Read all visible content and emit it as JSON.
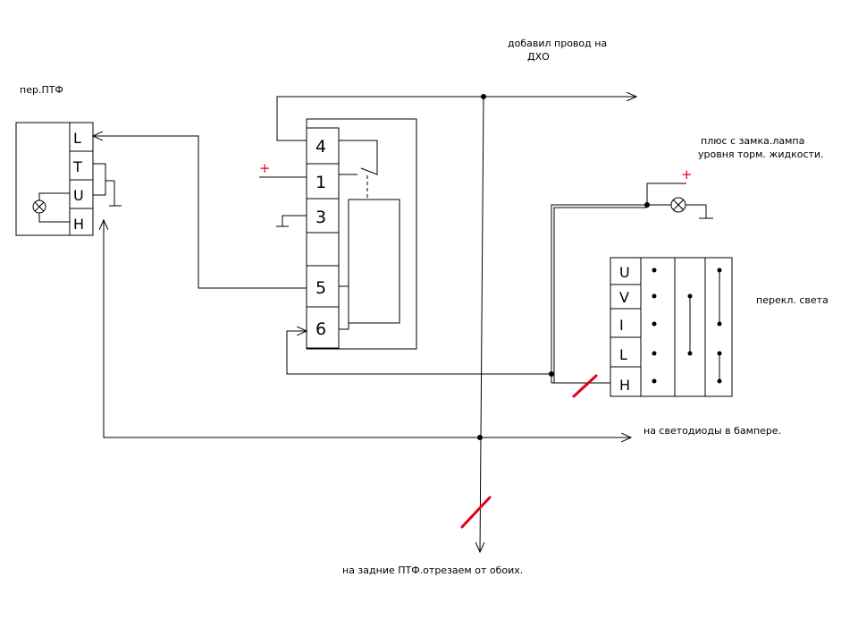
{
  "labels": {
    "left_switch": "пер.ПТФ",
    "dxo_line1": "добавил провод на",
    "dxo_line2": "ДХО",
    "lock_line1": "плюс с замка.лампа",
    "lock_line2": "уровня торм. жидкости.",
    "light_switch": "перекл. света",
    "bumper": "на светодиоды в бампере.",
    "rear": "на задние ПТФ.отрезаем от обоих."
  },
  "left_switch_pins": [
    "L",
    "T",
    "U",
    "H"
  ],
  "relay_pins": [
    "4",
    "1",
    "3",
    "",
    "5",
    "6"
  ],
  "light_switch_pins": [
    "U",
    "V",
    "I",
    "L",
    "H"
  ],
  "plus_signs": {
    "relay": "+",
    "lock": "+"
  },
  "colors": {
    "wire": "#000000",
    "cut_mark": "#e0001b",
    "plus": "#e8001c"
  }
}
